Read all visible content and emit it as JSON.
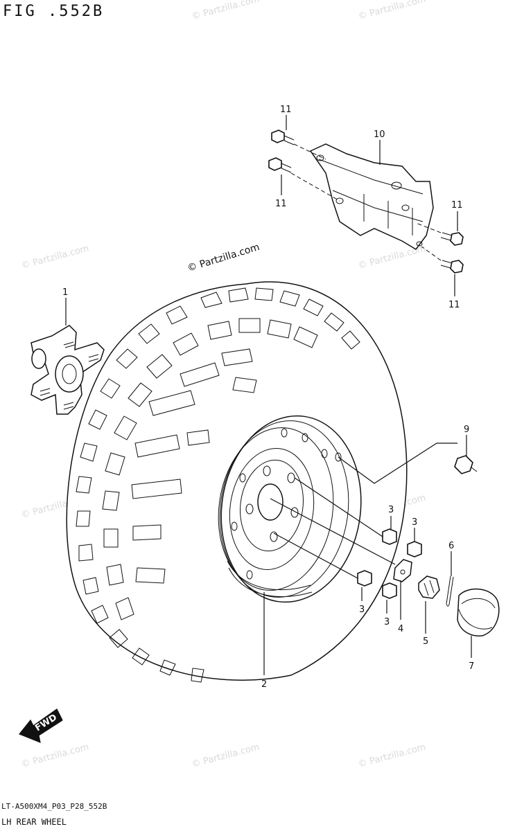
{
  "figure": {
    "title": "FIG .552B",
    "code": "LT-A500XM4_P03_P28_552B",
    "caption": "LH REAR WHEEL"
  },
  "branding": {
    "main": "© Partzilla.com",
    "watermark": "© Partzilla.com"
  },
  "fwd_label": "FWD",
  "callouts": {
    "p1": "1",
    "p2": "2",
    "p3a": "3",
    "p3b": "3",
    "p3c": "3",
    "p3d": "3",
    "p4": "4",
    "p5": "5",
    "p6": "6",
    "p7": "7",
    "p9": "9",
    "p10": "10",
    "p11a": "11",
    "p11b": "11",
    "p11c": "11",
    "p11d": "11"
  }
}
